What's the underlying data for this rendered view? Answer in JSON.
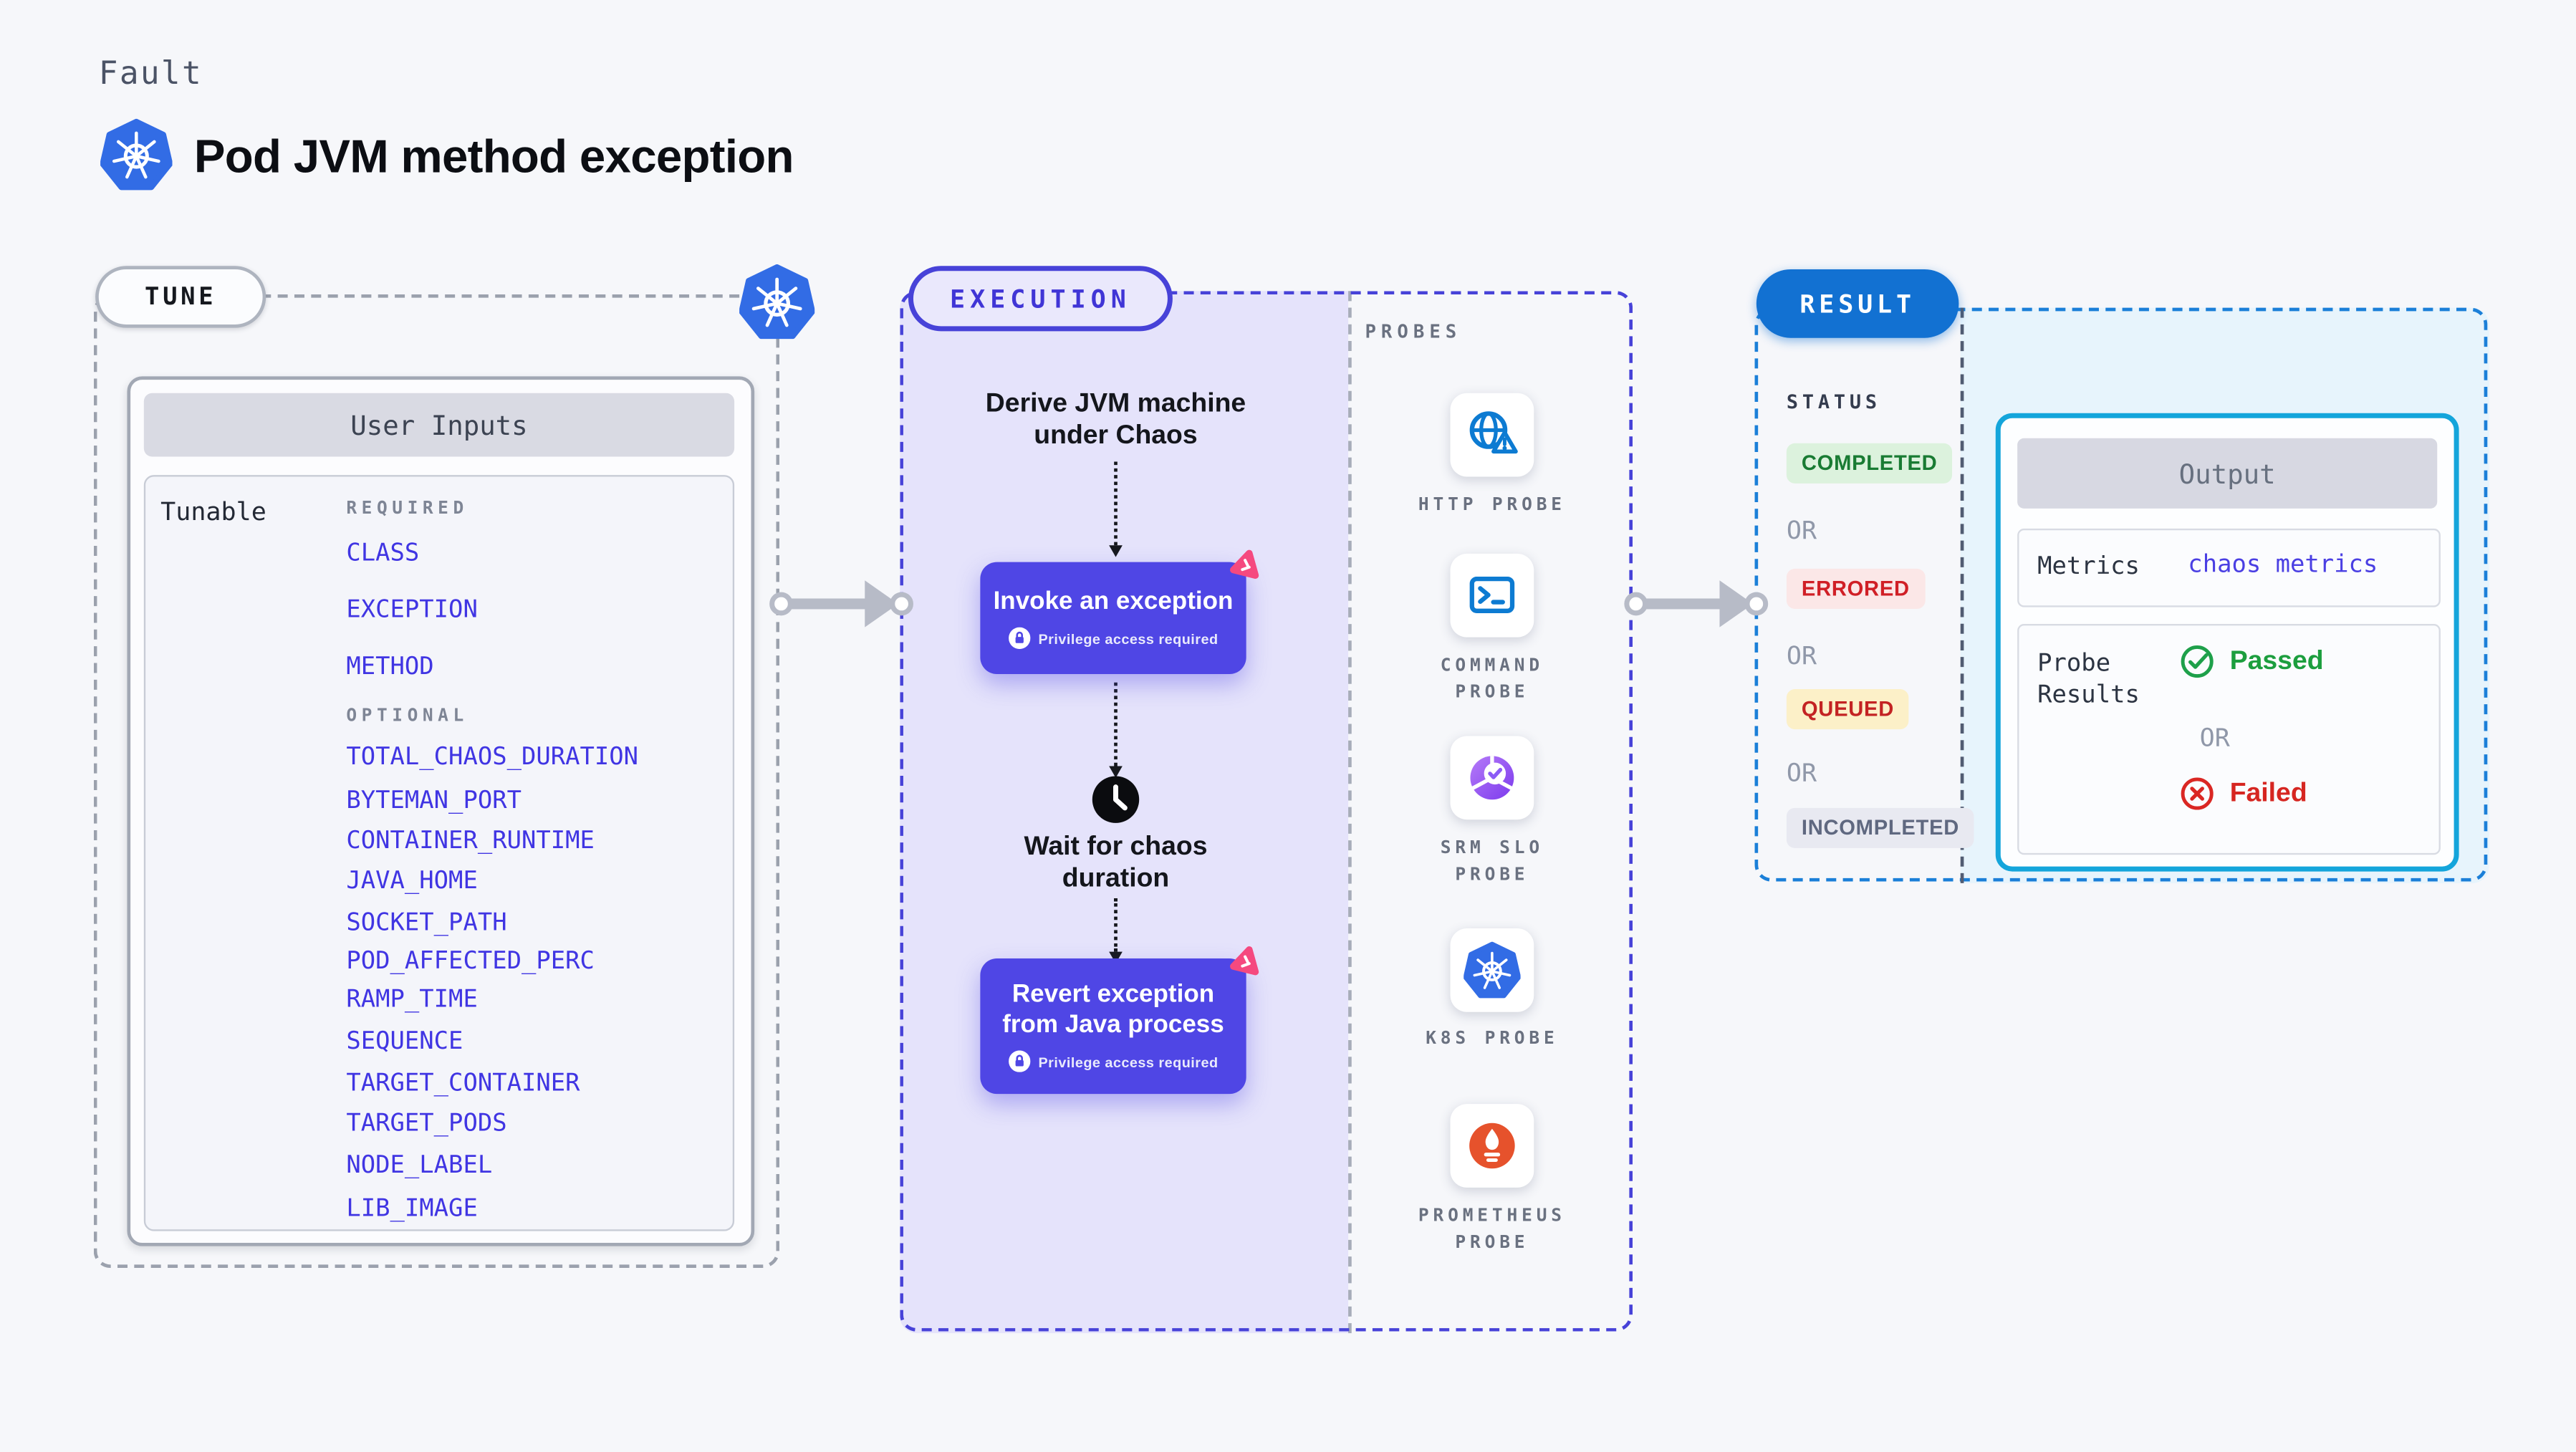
{
  "header": {
    "kicker": "Fault",
    "title": "Pod JVM method exception"
  },
  "tune": {
    "pill": "TUNE",
    "card_title": "User Inputs",
    "row_label": "Tunable",
    "required_label": "REQUIRED",
    "optional_label": "OPTIONAL",
    "required_params": [
      "CLASS",
      "EXCEPTION",
      "METHOD"
    ],
    "optional_params": [
      "TOTAL_CHAOS_DURATION",
      "BYTEMAN_PORT",
      "CONTAINER_RUNTIME",
      "JAVA_HOME",
      "SOCKET_PATH",
      "POD_AFFECTED_PERC",
      "RAMP_TIME",
      "SEQUENCE",
      "TARGET_CONTAINER",
      "TARGET_PODS",
      "NODE_LABEL",
      "LIB_IMAGE"
    ]
  },
  "execution": {
    "pill": "EXECUTION",
    "step1": "Derive JVM machine under Chaos",
    "invoke": {
      "title": "Invoke an exception",
      "badge": "Privilege access required"
    },
    "wait": "Wait for chaos duration",
    "revert": {
      "title": "Revert exception from Java process",
      "badge": "Privilege access required"
    }
  },
  "probes": {
    "label": "PROBES",
    "items": [
      "HTTP PROBE",
      "COMMAND PROBE",
      "SRM SLO PROBE",
      "K8S PROBE",
      "PROMETHEUS PROBE"
    ]
  },
  "result": {
    "pill": "RESULT",
    "status_label": "STATUS",
    "or": "OR",
    "statuses": [
      "COMPLETED",
      "ERRORED",
      "QUEUED",
      "INCOMPLETED"
    ],
    "output": {
      "title": "Output",
      "metrics_label": "Metrics",
      "metrics_value": "chaos metrics",
      "probe_results_label": "Probe Results",
      "passed": "Passed",
      "failed": "Failed"
    }
  },
  "colors": {
    "indigo": "#4f46e5",
    "indigo_border": "#4742d8",
    "param_blue": "#4035e3",
    "result_blue": "#1271d2",
    "output_border": "#14a5db",
    "k8s_blue": "#326ce5",
    "probe_icon_blue": "#0d7bd2",
    "green": "#1c9e3e",
    "red": "#d62621",
    "yellow_bg": "#fcf0c8",
    "pink": "#f5497f",
    "prometheus_orange": "#e6522c"
  }
}
